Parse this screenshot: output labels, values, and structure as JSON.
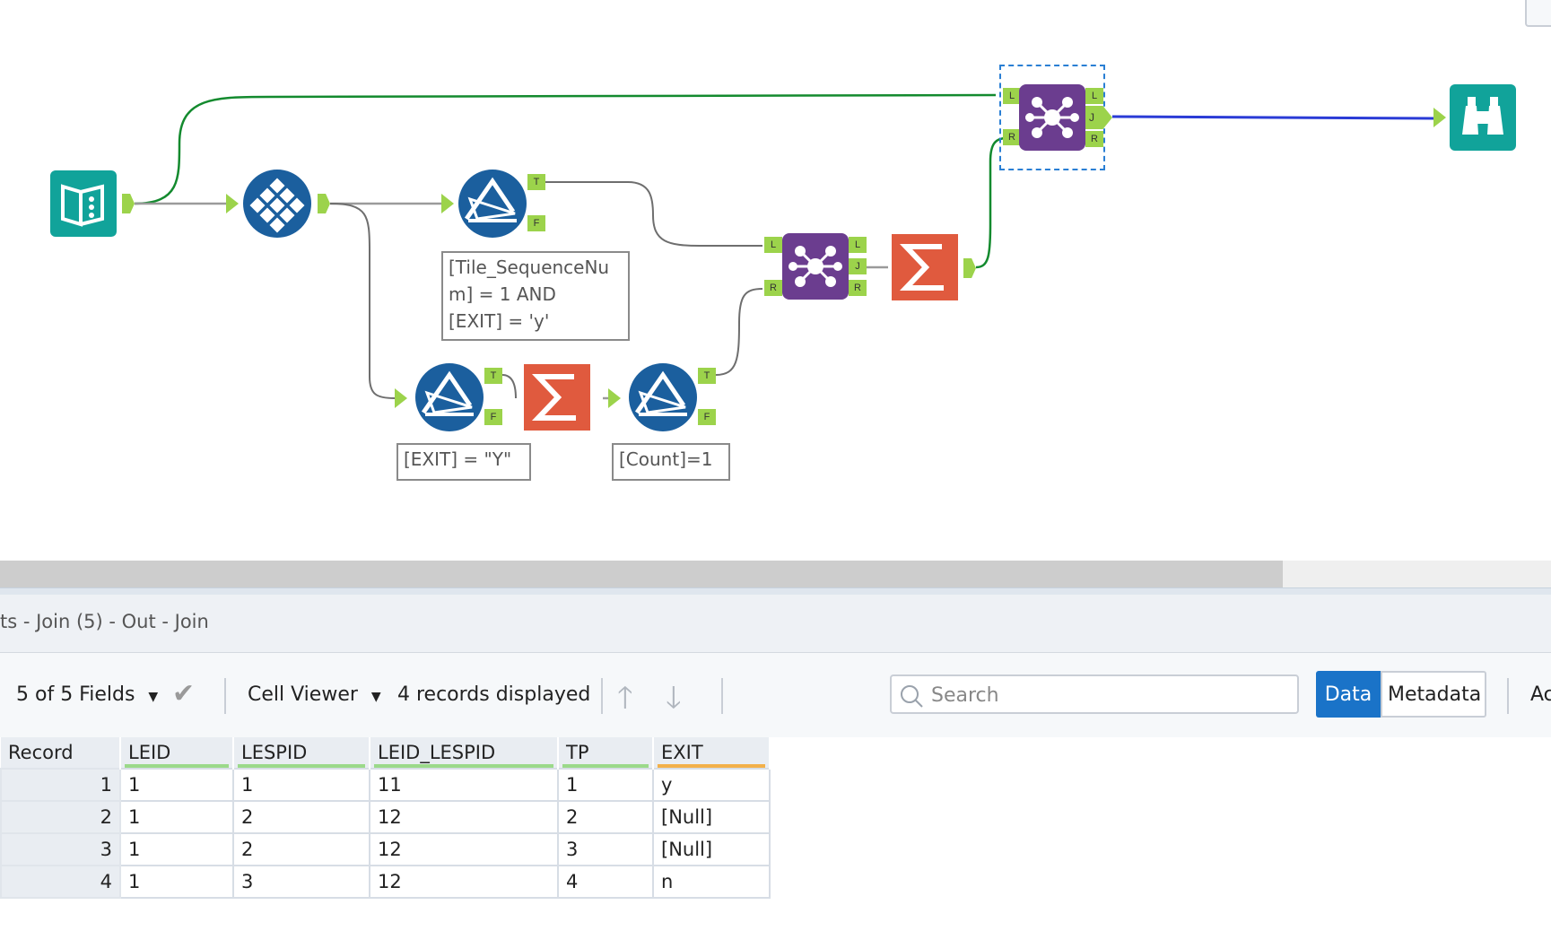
{
  "canvas": {
    "annotations": {
      "filter1": "[Tile_SequenceNu\nm] = 1 AND\n[EXIT] = 'y'",
      "filter2": "[EXIT] = \"Y\"",
      "filter3": "[Count]=1"
    },
    "anchor_labels": {
      "left": "L",
      "right": "R",
      "join": "J",
      "true": "T",
      "false": "F"
    },
    "colors": {
      "input_tool": "#11a39a",
      "blue_tool": "#1b5f9e",
      "join_tool": "#6b3d8f",
      "summarize_tool": "#e05a3e",
      "browse_tool": "#11a39a",
      "anchor": "#9cd34b",
      "green_line": "#138a2e",
      "blue_line": "#2a3bd6"
    }
  },
  "results": {
    "title": "ts - Join (5) - Out - Join",
    "toolbar": {
      "fields_label": "5 of 5 Fields",
      "cell_viewer_label": "Cell Viewer",
      "records_label": "4 records displayed",
      "search_placeholder": "Search",
      "data_label": "Data",
      "metadata_label": "Metadata",
      "more_label": "Ac"
    },
    "table": {
      "headers": [
        "Record",
        "LEID",
        "LESPID",
        "LEID_LESPID",
        "TP",
        "EXIT"
      ],
      "rows": [
        [
          "1",
          "1",
          "1",
          "11",
          "1",
          "y"
        ],
        [
          "2",
          "1",
          "2",
          "12",
          "2",
          "[Null]"
        ],
        [
          "3",
          "1",
          "2",
          "12",
          "3",
          "[Null]"
        ],
        [
          "4",
          "1",
          "3",
          "12",
          "4",
          "n"
        ]
      ]
    }
  }
}
